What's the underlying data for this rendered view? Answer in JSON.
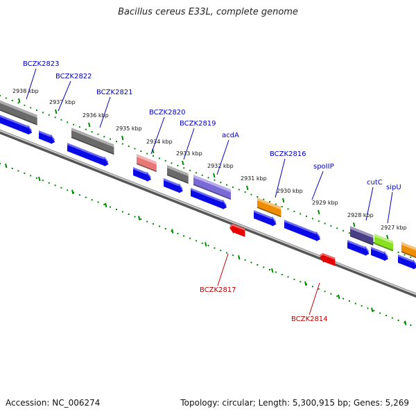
{
  "title": "Bacillus cereus E33L, complete genome",
  "footer": {
    "accession": "Accession: NC_006274",
    "summary": "Topology: circular; Length: 5,300,915 bp; Genes: 5,269"
  },
  "colors": {
    "backbone": "#777777",
    "tick": "#008800",
    "gene_blue": "#0a0ae6",
    "gene_red": "#e60000",
    "feature_gray": "#6a6a6a",
    "feature_salmon": "#e87878",
    "feature_purple": "#7a6ad8",
    "feature_dark_purple": "#4a3f86",
    "feature_orange": "#f08c00",
    "feature_green": "#88e020",
    "label_blue": "#0000c0",
    "label_red": "#c00000"
  },
  "ticks": [
    "2938 kbp",
    "2937 kbp",
    "2936 kbp",
    "2935 kbp",
    "2934 kbp",
    "2933 kbp",
    "2932 kbp",
    "2931 kbp",
    "2930 kbp",
    "2929 kbp",
    "2928 kbp",
    "2927 kbp"
  ],
  "genes_forward": [
    {
      "name": "BCZK2823",
      "color": "label_blue"
    },
    {
      "name": "BCZK2822",
      "color": "label_blue"
    },
    {
      "name": "BCZK2821",
      "color": "label_blue"
    },
    {
      "name": "BCZK2820",
      "color": "label_blue"
    },
    {
      "name": "BCZK2819",
      "color": "label_blue"
    },
    {
      "name": "acdA",
      "color": "label_blue"
    },
    {
      "name": "BCZK2816",
      "color": "label_blue"
    },
    {
      "name": "spoIIP",
      "color": "label_blue"
    },
    {
      "name": "cutC",
      "color": "label_blue"
    },
    {
      "name": "sipU",
      "color": "label_blue"
    }
  ],
  "genes_reverse": [
    {
      "name": "BCZK2817",
      "color": "label_red"
    },
    {
      "name": "BCZK2814",
      "color": "label_red"
    }
  ]
}
